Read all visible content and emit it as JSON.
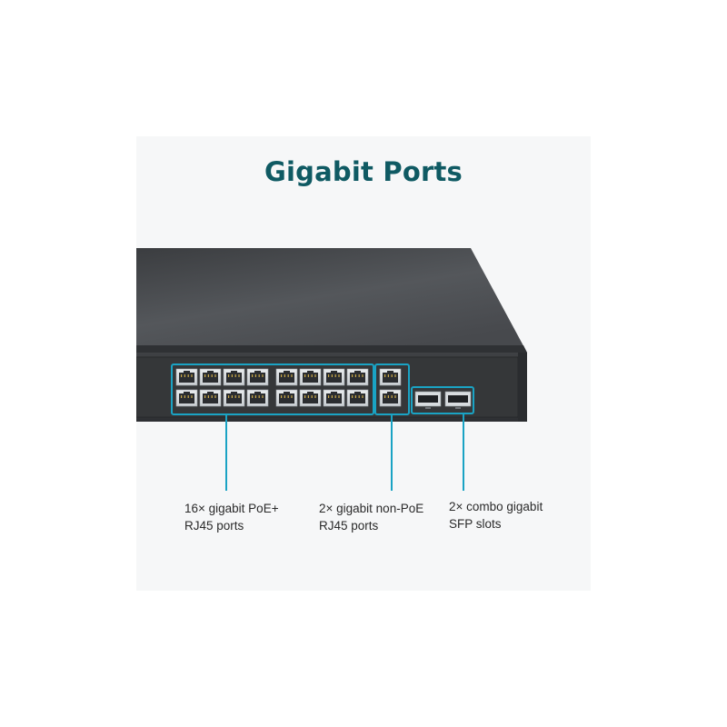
{
  "title": "Gigabit Ports",
  "colors": {
    "title": "#0f5a63",
    "callout": "#1aa3c4",
    "switch_body": "#3a3c3f",
    "panel_background": "#f6f7f8"
  },
  "callouts": [
    {
      "line1": "16× gigabit PoE+",
      "line2": "RJ45 ports"
    },
    {
      "line1": "2× gigabit non-PoE",
      "line2": "RJ45 ports"
    },
    {
      "line1": "2× combo gigabit",
      "line2": "SFP slots"
    }
  ],
  "ports": {
    "poe_rj45_count": 16,
    "non_poe_rj45_count": 2,
    "sfp_count": 2
  }
}
